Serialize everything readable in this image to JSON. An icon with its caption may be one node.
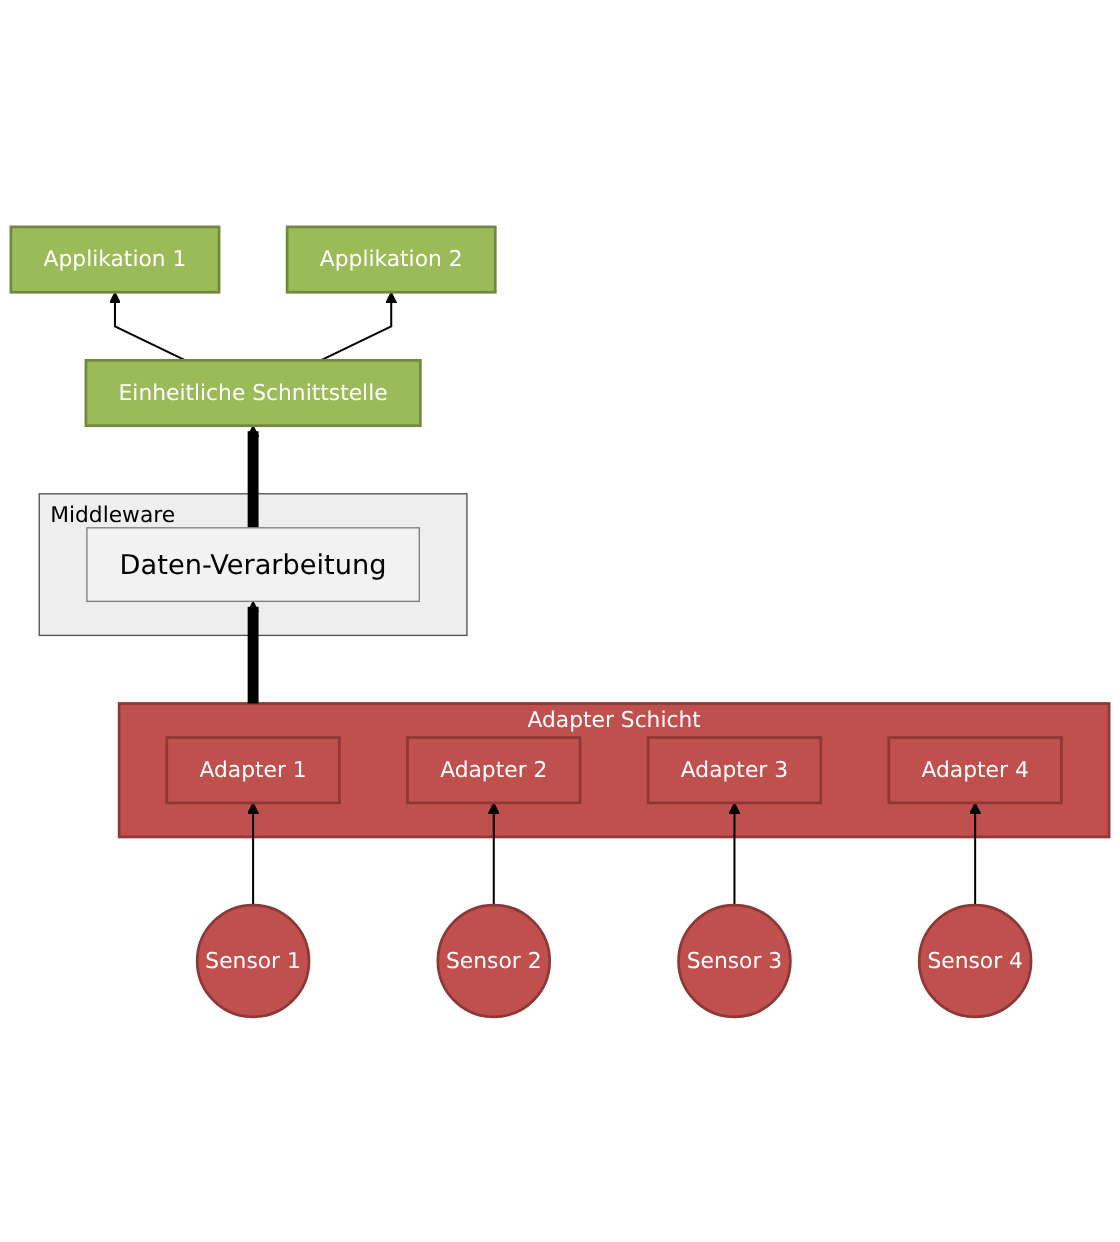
{
  "diagram": {
    "nodes": [
      {
        "text": [
          "Applikation 1"
        ]
      },
      {
        "text": [
          "Applikation 2"
        ]
      },
      {
        "text": [
          "Middleware"
        ]
      },
      {
        "text": [
          "Einheitliche Schnittstelle"
        ]
      },
      {
        "text": [
          "Daten-Verarbeitung"
        ],
        "in": 2
      },
      {
        "text": [
          "Adapter Schicht"
        ]
      },
      {
        "text": [
          "Adapter 1"
        ],
        "in": 5
      },
      {
        "text": [
          "Adapter 2"
        ],
        "in": 5
      },
      {
        "text": [
          "Adapter 3"
        ],
        "in": 5
      },
      {
        "text": [
          "Adapter 4"
        ],
        "in": 5
      },
      {
        "text": [
          "Sensor 1"
        ]
      },
      {
        "text": [
          "Sensor 2"
        ]
      },
      {
        "text": [
          "Sensor 3"
        ]
      },
      {
        "text": [
          "Sensor 4"
        ]
      }
    ],
    "edges": [
      {
        "from": 3,
        "to": 0,
        "arrow": "to"
      },
      {
        "from": 3,
        "to": 1,
        "arrow": "to"
      },
      {
        "from": 4,
        "to": 3,
        "arrow": "to",
        "style": "thick"
      },
      {
        "from": 5,
        "to": 4,
        "arrow": "to",
        "style": "thick"
      },
      {
        "from": 10,
        "to": 6,
        "arrow": "to"
      },
      {
        "from": 11,
        "to": 7,
        "arrow": "to"
      },
      {
        "from": 12,
        "to": 8,
        "arrow": "to"
      },
      {
        "from": 13,
        "to": 9,
        "arrow": "to"
      }
    ]
  }
}
